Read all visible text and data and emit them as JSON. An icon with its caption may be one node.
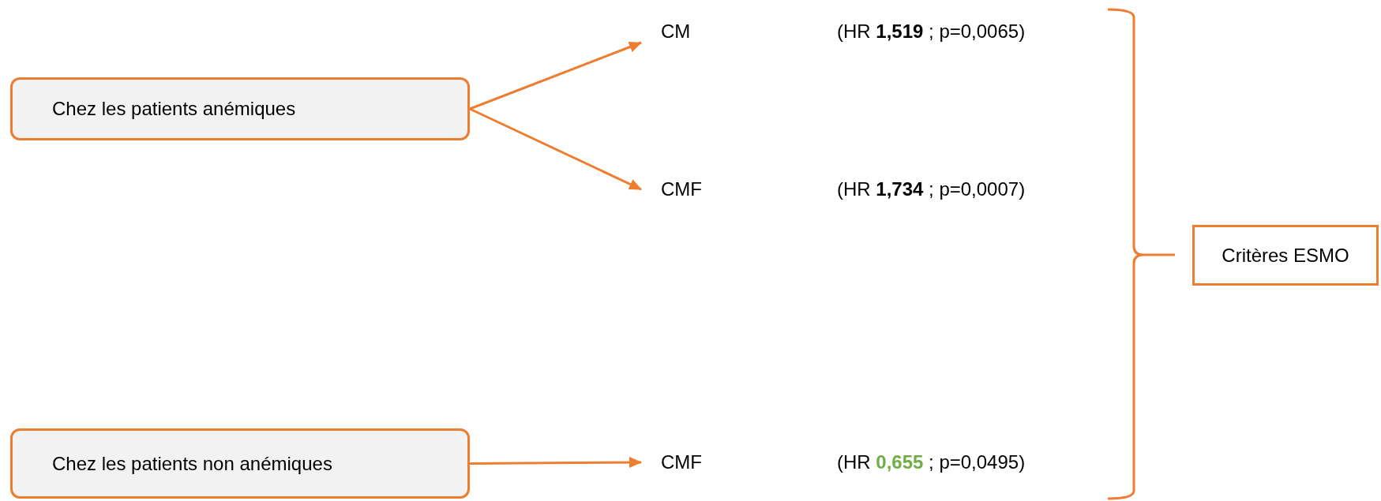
{
  "diagram": {
    "nodes": [
      {
        "text": [
          "Chez les patients anémiques"
        ]
      },
      {
        "text": [
          "CM"
        ]
      },
      {
        "text": [
          "CMF"
        ]
      },
      {
        "text": [
          "Chez les patients non anémiques"
        ]
      },
      {
        "text": [
          "CMF"
        ]
      },
      {
        "text": [
          "Critères ESMO"
        ]
      }
    ],
    "edges": [
      {
        "from": 0,
        "to": 1,
        "arrow": "to"
      },
      {
        "from": 0,
        "to": 2,
        "arrow": "to"
      },
      {
        "from": 3,
        "to": 4,
        "arrow": "to"
      }
    ],
    "labels": [
      "(HR **1,519** ; p=0,0065)",
      "(HR **1,734** ; p=0,0007)",
      "(HR **0,655** ; p=0,0495)"
    ]
  }
}
